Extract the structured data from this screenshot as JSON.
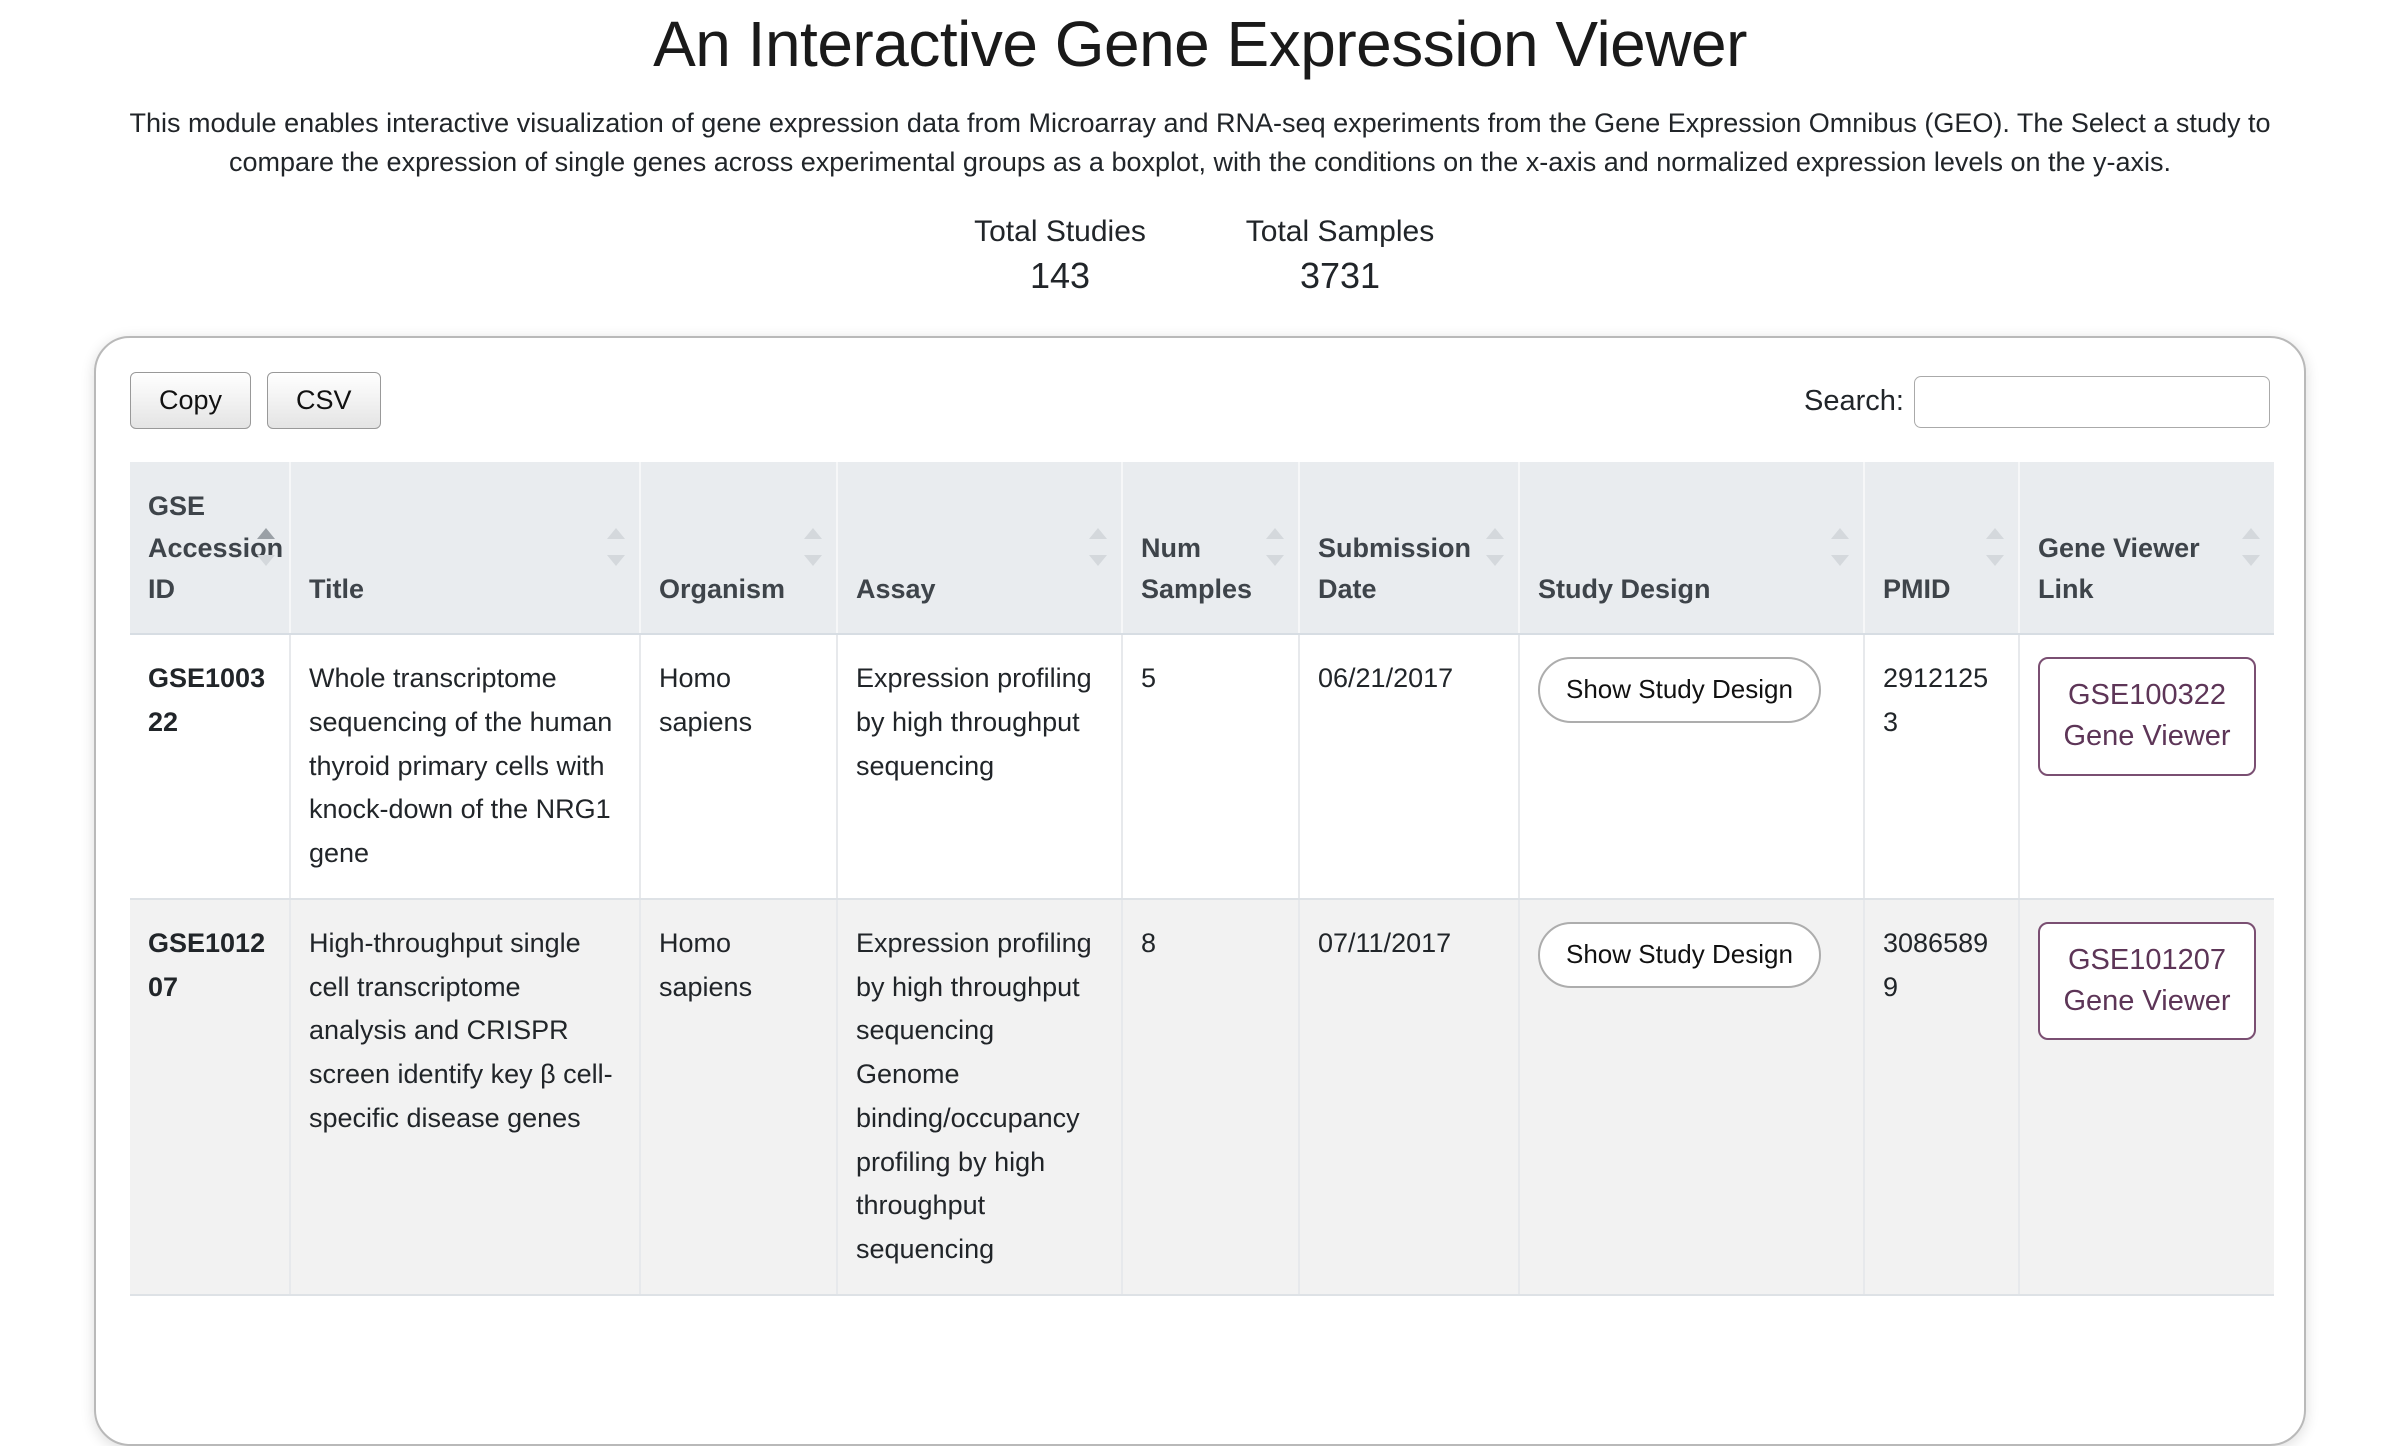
{
  "header": {
    "title": "An Interactive Gene Expression Viewer",
    "description": "This module enables interactive visualization of gene expression data from Microarray and RNA-seq experiments from the Gene Expression Omnibus (GEO). The Select a study to compare the expression of single genes across experimental groups as a boxplot, with the conditions on the x-axis and normalized expression levels on the y-axis."
  },
  "stats": [
    {
      "label": "Total Studies",
      "value": "143"
    },
    {
      "label": "Total Samples",
      "value": "3731"
    }
  ],
  "toolbar": {
    "copy_label": "Copy",
    "csv_label": "CSV",
    "search_label": "Search:",
    "search_value": "",
    "search_placeholder": ""
  },
  "table": {
    "columns": [
      {
        "label": "GSE Accession ID",
        "sort": "asc"
      },
      {
        "label": "Title",
        "sort": "none"
      },
      {
        "label": "Organism",
        "sort": "none"
      },
      {
        "label": "Assay",
        "sort": "none"
      },
      {
        "label": "Num Samples",
        "sort": "none"
      },
      {
        "label": "Submission Date",
        "sort": "none"
      },
      {
        "label": "Study Design",
        "sort": "none"
      },
      {
        "label": "PMID",
        "sort": "none"
      },
      {
        "label": "Gene Viewer Link",
        "sort": "none"
      }
    ],
    "rows": [
      {
        "gse": "GSE100322",
        "title": "Whole transcriptome sequencing of the human thyroid primary cells with knock-down of the NRG1 gene",
        "organism": "Homo sapiens",
        "assay": "Expression profiling by high throughput sequencing",
        "num_samples": "5",
        "submission_date": "06/21/2017",
        "study_design_label": "Show Study Design",
        "pmid": "29121253",
        "gene_viewer_label": "GSE100322 Gene Viewer"
      },
      {
        "gse": "GSE101207",
        "title": "High-throughput single cell transcriptome analysis and CRISPR screen identify key β cell-specific disease genes",
        "organism": "Homo sapiens",
        "assay": "Expression profiling by high throughput sequencing Genome binding/occupancy profiling by high throughput sequencing",
        "num_samples": "8",
        "submission_date": "07/11/2017",
        "study_design_label": "Show Study Design",
        "pmid": "30865899",
        "gene_viewer_label": "GSE101207 Gene Viewer"
      }
    ]
  },
  "colors": {
    "accent_purple": "#5d3557",
    "header_bg": "#e9ecef",
    "stripe_bg": "#f2f2f2",
    "panel_border": "#b9b9b9"
  }
}
